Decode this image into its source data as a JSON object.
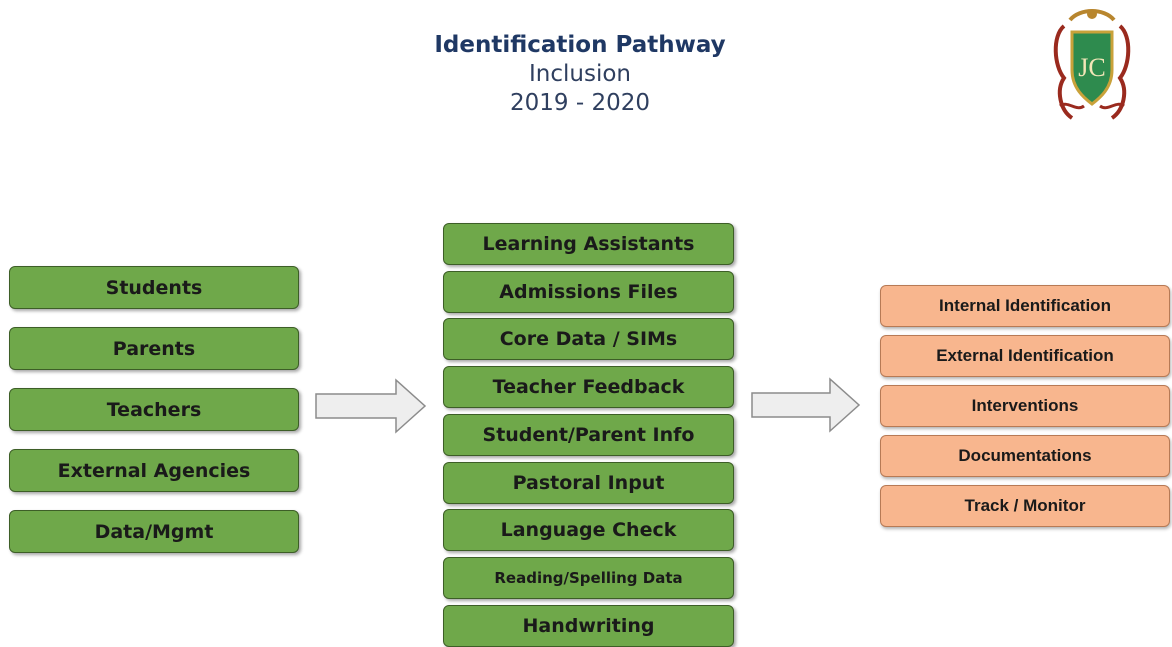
{
  "header": {
    "title": "Identification Pathway",
    "subtitle": "Inclusion",
    "year": "2019 - 2020",
    "crest_monogram": "JC"
  },
  "sources": {
    "items": [
      "Students",
      "Parents",
      "Teachers",
      "External Agencies",
      "Data/Mgmt"
    ]
  },
  "inputs": {
    "items": [
      "Learning Assistants",
      "Admissions Files",
      "Core Data / SIMs",
      "Teacher Feedback",
      "Student/Parent Info",
      "Pastoral Input",
      "Language Check",
      "Reading/Spelling Data",
      "Handwriting"
    ]
  },
  "outcomes": {
    "items": [
      "Internal Identification",
      "External Identification",
      "Interventions",
      "Documentations",
      "Track / Monitor"
    ]
  },
  "colors": {
    "green_box": "#6fa84a",
    "orange_box": "#f8b68e",
    "arrow_fill": "#eeeeee",
    "title_color": "#1f3864"
  }
}
